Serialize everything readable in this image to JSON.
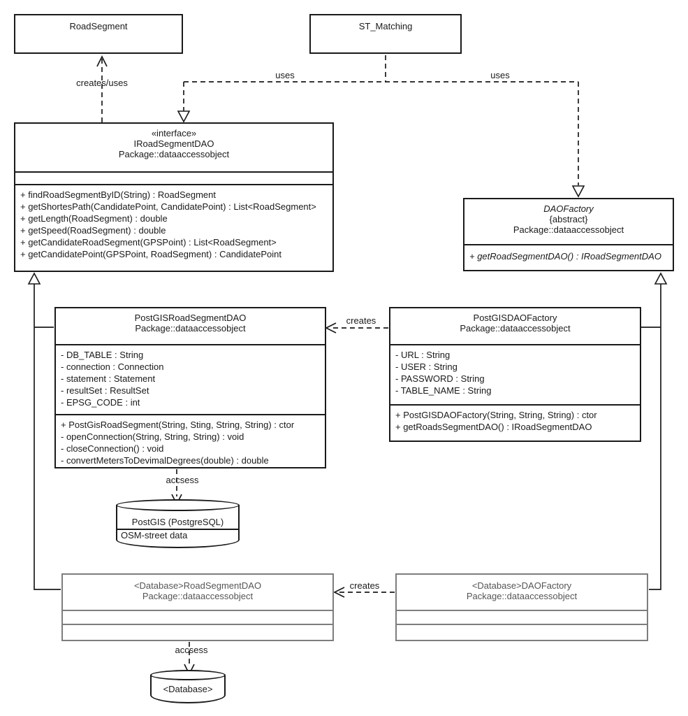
{
  "classes": {
    "road_segment": {
      "title": "RoadSegment"
    },
    "st_matching": {
      "title": "ST_Matching"
    },
    "iroad_segment_dao": {
      "stereotype": "«interface»",
      "title": "IRoadSegmentDAO",
      "package": "Package::dataaccessobject",
      "methods": [
        "+ findRoadSegmentByID(String) : RoadSegment",
        "+ getShortesPath(CandidatePoint, CandidatePoint) : List<RoadSegment>",
        "+ getLength(RoadSegment) : double",
        "+ getSpeed(RoadSegment) : double",
        "+ getCandidateRoadSegment(GPSPoint) : List<RoadSegment>",
        "+ getCandidatePoint(GPSPoint, RoadSegment) : CandidatePoint"
      ]
    },
    "dao_factory": {
      "title": "DAOFactory",
      "modifier": "{abstract}",
      "package": "Package::dataaccessobject",
      "methods": [
        "+ getRoadSegmentDAO() : IRoadSegmentDAO"
      ]
    },
    "postgis_road_segment_dao": {
      "title": "PostGISRoadSegmentDAO",
      "package": "Package::dataaccessobject",
      "attributes": [
        "- DB_TABLE : String",
        "- connection : Connection",
        "- statement : Statement",
        "- resultSet : ResultSet",
        "- EPSG_CODE : int"
      ],
      "methods": [
        "+ PostGisRoadSegment(String, Sting, String, String) : ctor",
        "- openConnection(String, String, String) : void",
        "- closeConnection() : void",
        "- convertMetersToDevimalDegrees(double) : double"
      ]
    },
    "postgis_dao_factory": {
      "title": "PostGISDAOFactory",
      "package": "Package::dataaccessobject",
      "attributes": [
        "- URL : String",
        "- USER : String",
        "- PASSWORD : String",
        "- TABLE_NAME : String"
      ],
      "methods": [
        "+ PostGISDAOFactory(String, String, String) : ctor",
        "+ getRoadsSegmentDAO() : IRoadSegmentDAO"
      ]
    },
    "database_road_segment_dao": {
      "title": "<Database>RoadSegmentDAO",
      "package": "Package::dataaccessobject"
    },
    "database_dao_factory": {
      "title": "<Database>DAOFactory",
      "package": "Package::dataaccessobject"
    }
  },
  "datastores": {
    "postgis": {
      "title": "PostGIS (PostgreSQL)",
      "subtitle": "OSM-street data"
    },
    "database": {
      "title": "<Database>"
    }
  },
  "edge_labels": {
    "creates_uses": "creates/uses",
    "uses_left": "uses",
    "uses_right": "uses",
    "creates_mid": "creates",
    "creates_bottom": "creates",
    "access_top": "accsess",
    "access_bottom": "accsess"
  },
  "colors": {
    "line": "#1a1a1a",
    "muted_text": "#555555",
    "muted_border": "#7d7d7d",
    "background": "#ffffff"
  }
}
